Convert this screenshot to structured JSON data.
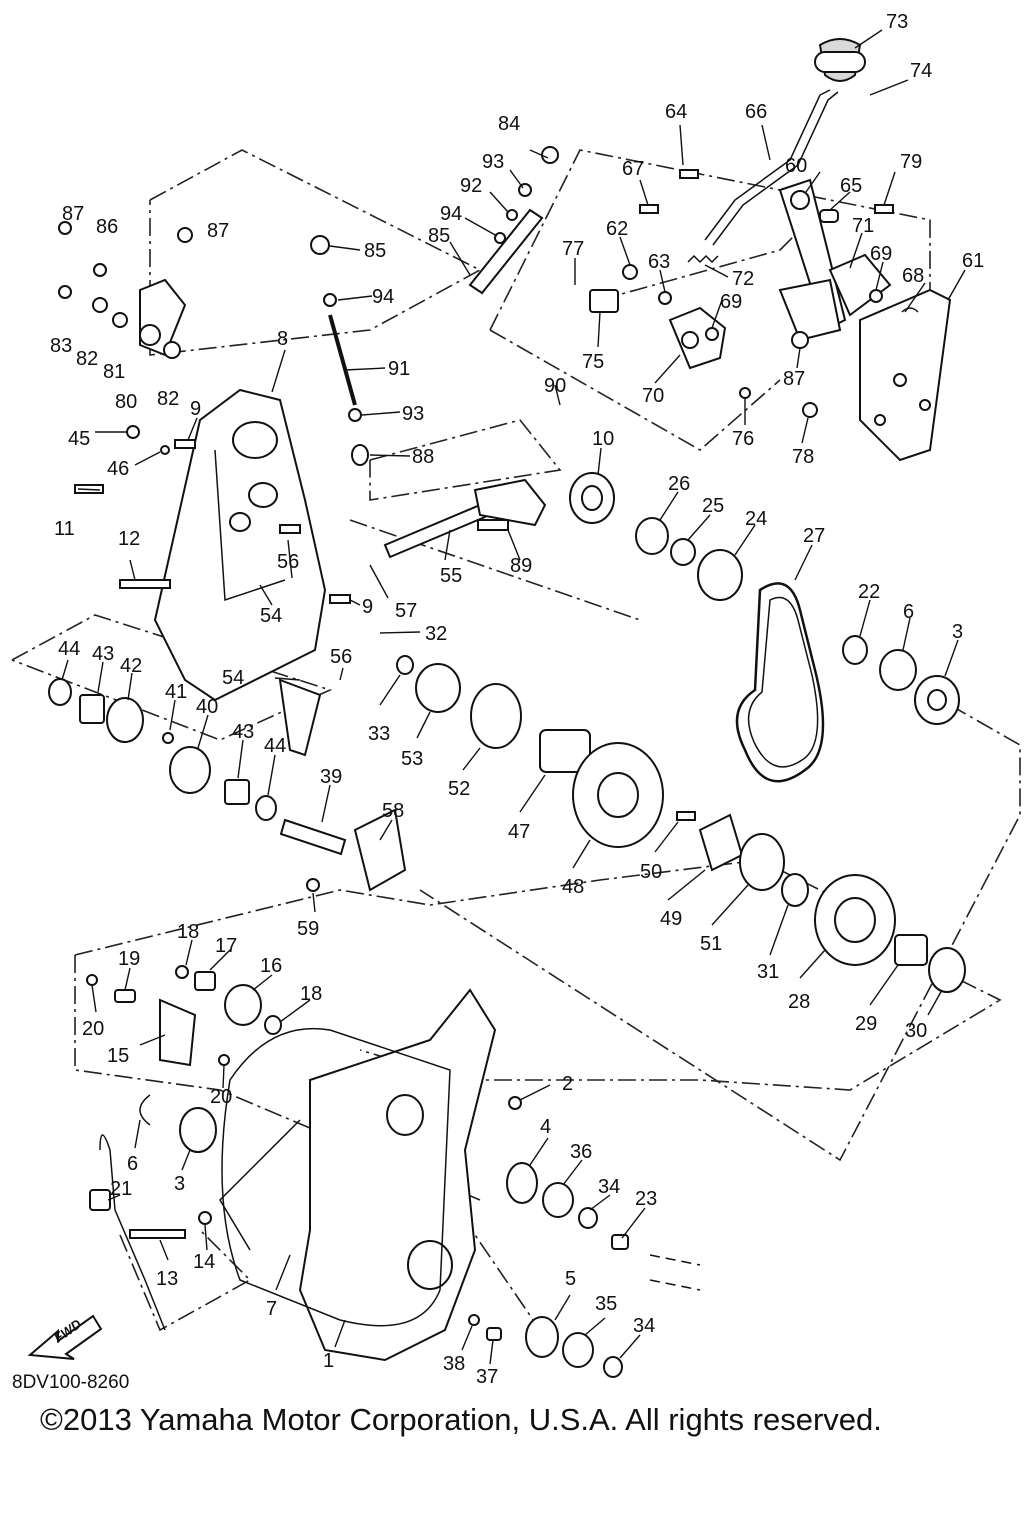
{
  "diagram": {
    "diagram_code": "8DV100-8260",
    "copyright": "©2013 Yamaha Motor Corporation, U.S.A. All rights reserved.",
    "direction_badge": "FWD",
    "callouts": [
      "1",
      "2",
      "3",
      "4",
      "5",
      "6",
      "7",
      "8",
      "9",
      "10",
      "11",
      "12",
      "13",
      "14",
      "15",
      "16",
      "17",
      "18",
      "19",
      "20",
      "21",
      "22",
      "23",
      "24",
      "25",
      "26",
      "27",
      "28",
      "29",
      "30",
      "31",
      "32",
      "33",
      "34",
      "35",
      "36",
      "37",
      "38",
      "39",
      "40",
      "41",
      "42",
      "43",
      "44",
      "45",
      "46",
      "47",
      "48",
      "49",
      "50",
      "51",
      "52",
      "53",
      "54",
      "55",
      "56",
      "57",
      "58",
      "59",
      "60",
      "61",
      "62",
      "63",
      "64",
      "65",
      "66",
      "67",
      "68",
      "69",
      "70",
      "71",
      "72",
      "73",
      "74",
      "75",
      "76",
      "77",
      "78",
      "79",
      "80",
      "81",
      "82",
      "83",
      "84",
      "85",
      "86",
      "87",
      "88",
      "89",
      "90",
      "91",
      "92",
      "93",
      "94"
    ]
  }
}
